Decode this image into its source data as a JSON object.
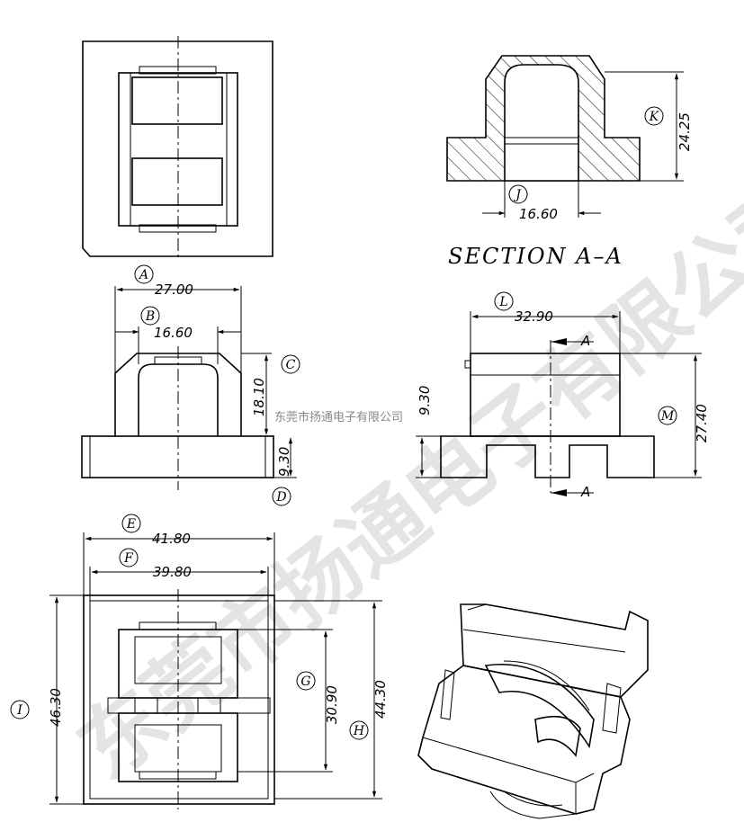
{
  "title": "SECTION   A–A",
  "section_marker": "A",
  "watermark": "东莞市扬通电子有限公司",
  "dimensions": [
    {
      "tag": "A",
      "value": "27.00"
    },
    {
      "tag": "B",
      "value": "16.60"
    },
    {
      "tag": "C",
      "value": "18.10"
    },
    {
      "tag": "D",
      "value": "9.30"
    },
    {
      "tag": "E",
      "value": "41.80"
    },
    {
      "tag": "F",
      "value": "39.80"
    },
    {
      "tag": "G",
      "value": "30.90"
    },
    {
      "tag": "H",
      "value": "44.30"
    },
    {
      "tag": "I",
      "value": "46.30"
    },
    {
      "tag": "J",
      "value": "16.60"
    },
    {
      "tag": "K",
      "value": "24.25"
    },
    {
      "tag": "L",
      "value": "32.90"
    },
    {
      "tag": "M",
      "value": "27.40"
    }
  ],
  "side_view_height": "9.30"
}
